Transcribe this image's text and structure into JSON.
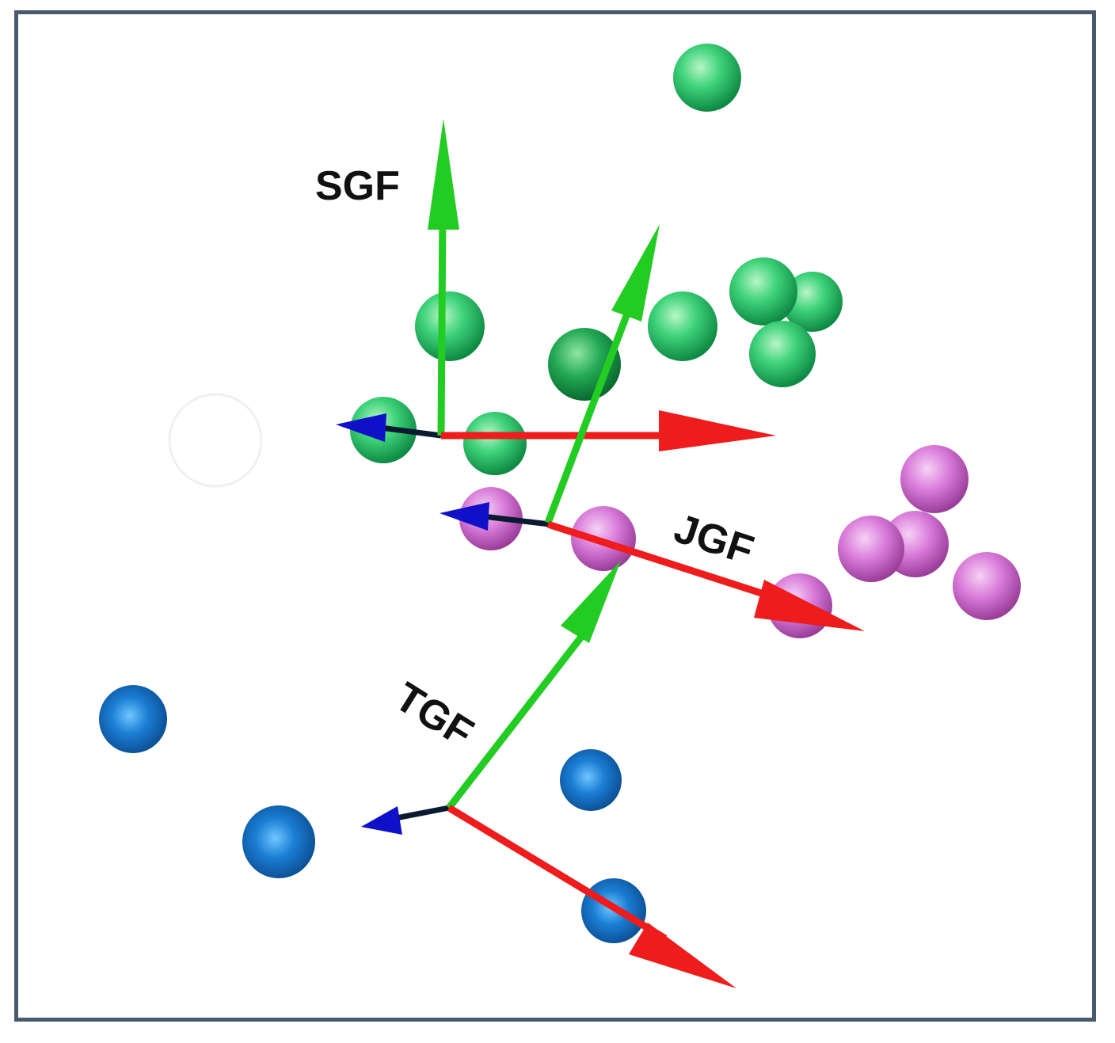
{
  "figure": {
    "frames": [
      {
        "key": "sgf",
        "label": "SGF"
      },
      {
        "key": "jgf",
        "label": "JGF"
      },
      {
        "key": "tgf",
        "label": "TGF"
      }
    ],
    "colors": {
      "x_axis": "#ee1c1c",
      "y_axis": "#22cc22",
      "z_axis": "#1010c8",
      "scapula_markers": "#2ecc6e",
      "humerus_markers": "#d67ad6",
      "thorax_markers": "#1a7ad0",
      "frame_border": "#4a5a6e"
    }
  }
}
